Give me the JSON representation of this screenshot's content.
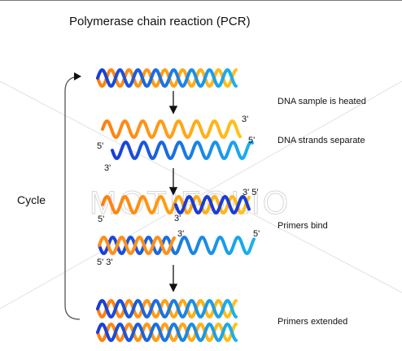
{
  "title": "Polymerase chain reaction (PCR)",
  "cycle_label": "Cycle",
  "watermark": "MOTIFOLIO",
  "steps": [
    {
      "label": "DNA sample is heated"
    },
    {
      "label": "DNA strands separate"
    },
    {
      "label": "Primers bind"
    },
    {
      "label": "Primers extended"
    }
  ],
  "end_labels": {
    "a": "3'",
    "b": "5'",
    "c": "5'",
    "d": "3'",
    "e": "3' 5'",
    "f": "5'",
    "g": "3'",
    "h": "3'",
    "i": "5'",
    "j": "5' 3'"
  },
  "colors": {
    "orange": "#ff8f1a",
    "yellow": "#ffc21a",
    "dark_blue": "#1a3cd6",
    "light_blue": "#1ab2f0",
    "cycle_arrow": "#555555"
  }
}
